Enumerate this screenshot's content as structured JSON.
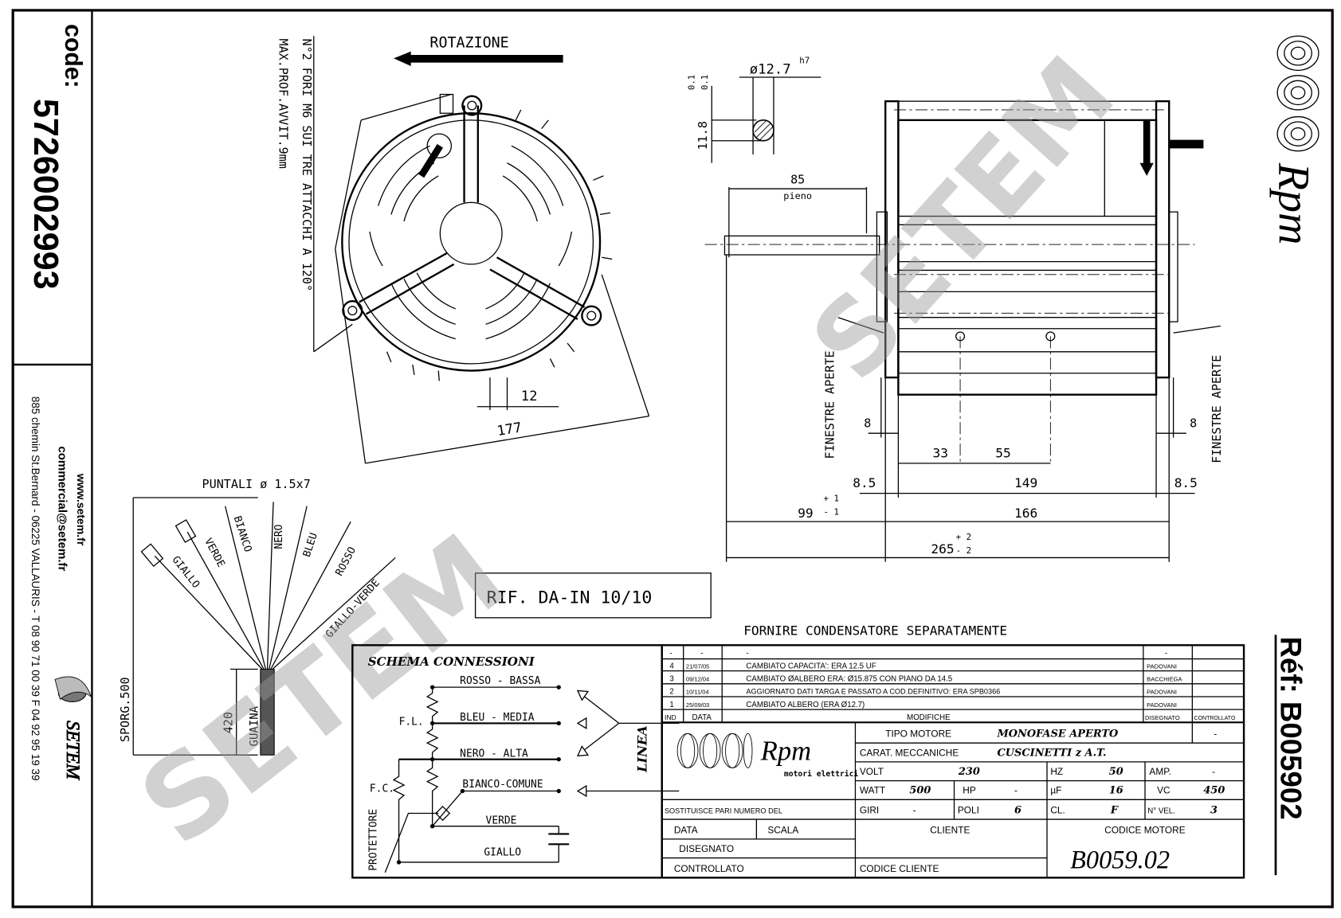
{
  "sidebar": {
    "code_label": "code:",
    "code_value": "5726002993",
    "website": "www.setem.fr",
    "email": "commercial@setem.fr",
    "address": "885 chemin St.Bernard  -  06225 VALLAURIS  -  T 08 90 71 00 39   F 04 92 95 19 39",
    "brand": "SETEM"
  },
  "front_view": {
    "rotation_label": "ROTAZIONE",
    "note_line1": "N°2 FORI M6 SUI TRE ATTACCHI A 120°",
    "note_line2": "MAX.PROF.AVVIT.9mm",
    "dim_177": "177",
    "dim_12": "12"
  },
  "side_view": {
    "shaft_diameter": "ø12.7",
    "shaft_tolerance": "h7",
    "flat_height": "11.8",
    "flat_tol_plus": "0.1",
    "flat_tol_minus": "0.1",
    "dim_85": "85",
    "pieno": "pieno",
    "finestre_left": "FINESTRE APERTE",
    "finestre_right": "FINESTRE APERTE",
    "dim_8_left": "8",
    "dim_8_right": "8",
    "dim_33": "33",
    "dim_55": "55",
    "dim_8_5_left": "8.5",
    "dim_149": "149",
    "dim_8_5_right": "8.5",
    "dim_99": "99",
    "dim_99_plus": "+ 1",
    "dim_99_minus": "- 1",
    "dim_166": "166",
    "dim_265": "265",
    "dim_265_plus": "+ 2",
    "dim_265_minus": "- 2"
  },
  "wires": {
    "puntali": "PUNTALI  ø 1.5x7",
    "labels": [
      "GIALLO",
      "VERDE",
      "BIANCO",
      "NERO",
      "BLEU",
      "ROSSO",
      "GIALLO-VERDE"
    ],
    "sporgenza": "SPORG.500",
    "dim_420": "420",
    "guaina": "GUAINA"
  },
  "rif_label": "RIF. DA-IN 10/10",
  "capacitor_note": "FORNIRE CONDENSATORE SEPARATAMENTE",
  "watermark": "SETEM",
  "schema": {
    "title": "SCHEMA CONNESSIONI",
    "rosso": "ROSSO - BASSA",
    "bleu": "BLEU - MEDIA",
    "nero": "NERO - ALTA",
    "bianco": "BIANCO-COMUNE",
    "verde": "VERDE",
    "giallo": "GIALLO",
    "fl": "F.L.",
    "fc": "F.C.",
    "protettore": "PROTETTORE",
    "linea": "LINEA"
  },
  "title_block": {
    "revisions": [
      {
        "ind": "-",
        "data": "-",
        "modifiche": "-",
        "disegnato": "-"
      },
      {
        "ind": "4",
        "data": "21/07/05",
        "modifiche": "CAMBIATO CAPACITA': ERA 12.5 UF",
        "disegnato": "PADOVANI"
      },
      {
        "ind": "3",
        "data": "09/12/04",
        "modifiche": "CAMBIATO ØALBERO ERA: Ø15.875 CON PIANO DA 14.5",
        "disegnato": "BACCHIEGA"
      },
      {
        "ind": "2",
        "data": "10/11/04",
        "modifiche": "AGGIORNATO DATI TARGA E PASSATO A COD.DEFINITIVO: ERA SPB0366",
        "disegnato": "PADOVANI"
      },
      {
        "ind": "1",
        "data": "25/09/03",
        "modifiche": "CAMBIATO ALBERO (ERA Ø12.7)",
        "disegnato": "PADOVANI"
      }
    ],
    "headers": {
      "ind": "IND",
      "data": "DATA",
      "modifiche": "MODIFICHE",
      "disegnato": "DISEGNATO",
      "controllato": "CONTROLLATO"
    },
    "logo_text": "Rpm",
    "logo_sub": "motori elettrici",
    "tipo_motore_label": "TIPO MOTORE",
    "tipo_motore": "MONOFASE APERTO",
    "tipo_extra": "-",
    "carat_label": "CARAT. MECCANICHE",
    "carat": "CUSCINETTI z A.T.",
    "volt_label": "VOLT",
    "volt": "230",
    "hz_label": "HZ",
    "hz": "50",
    "amp_label": "AMP.",
    "amp": "-",
    "watt_label": "WATT",
    "watt": "500",
    "hp_label": "HP",
    "hp": "-",
    "uf_label": "µF",
    "uf": "16",
    "vc_label": "VC",
    "vc": "450",
    "giri_label": "GIRI",
    "giri": "-",
    "poli_label": "POLI",
    "poli": "6",
    "cl_label": "CL.",
    "cl": "F",
    "nvel_label": "N° VEL.",
    "nvel": "3",
    "sostituisce": "SOSTITUISCE PARI NUMERO DEL",
    "data_label": "DATA",
    "scala_label": "SCALA",
    "disegnato_label": "DISEGNATO",
    "controllato_label": "CONTROLLATO",
    "cliente_label": "CLIENTE",
    "codice_cliente_label": "CODICE CLIENTE",
    "codice_motore_label": "CODICE MOTORE",
    "codice_motore": "B0059.02"
  },
  "brand_right": {
    "logo": "Rpm",
    "ref": "Réf:  B005902"
  }
}
